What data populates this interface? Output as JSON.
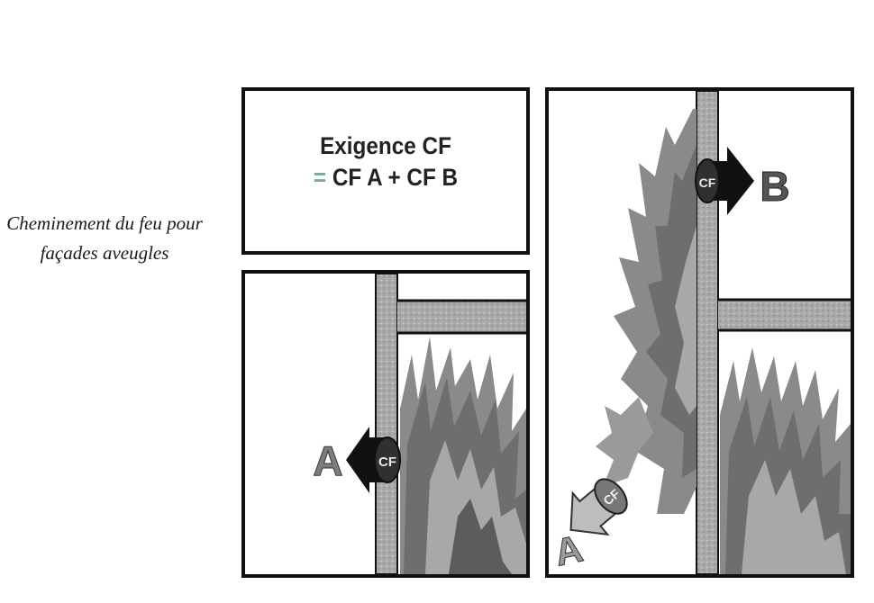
{
  "caption": {
    "line1": "Cheminement du feu pour",
    "line2": "façades aveugles"
  },
  "formula": {
    "line1": "Exigence CF",
    "line2_prefix": "=",
    "line2_rest": " CF A + CF B"
  },
  "labels": {
    "cf": "CF",
    "a": "A",
    "b": "B"
  },
  "colors": {
    "wall_fill": "#a9a9a9",
    "flame_dark": "#6e6e6e",
    "flame_light": "#a8a8a8",
    "arrow": "#111111",
    "letter_a": "#7d7d7d",
    "letter_b": "#555555"
  }
}
